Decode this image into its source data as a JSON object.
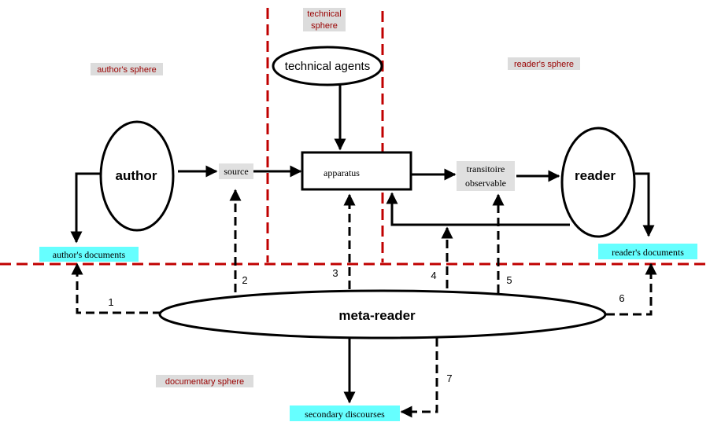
{
  "colors": {
    "divider_red": "#c00000",
    "sphere_label_bg": "#dcdcdc",
    "sphere_label_text": "#990000",
    "doc_label_bg": "#66ffff",
    "node_label_bg": "#e0e0e0",
    "line": "#000000"
  },
  "spheres": {
    "author": "author's sphere",
    "technical_line1": "technical",
    "technical_line2": "sphere",
    "reader": "reader's sphere",
    "documentary": "documentary sphere"
  },
  "nodes": {
    "author": "author",
    "source": "source",
    "technical_agents": "technical agents",
    "apparatus": "apparatus",
    "transitoire_line1": "transitoire",
    "transitoire_line2": "observable",
    "reader": "reader",
    "meta_reader": "meta-reader"
  },
  "documents": {
    "author_documents": "author's documents",
    "reader_documents": "reader's documents",
    "secondary_discourses": "secondary discourses"
  },
  "link_numbers": [
    "1",
    "2",
    "3",
    "4",
    "5",
    "6",
    "7"
  ]
}
